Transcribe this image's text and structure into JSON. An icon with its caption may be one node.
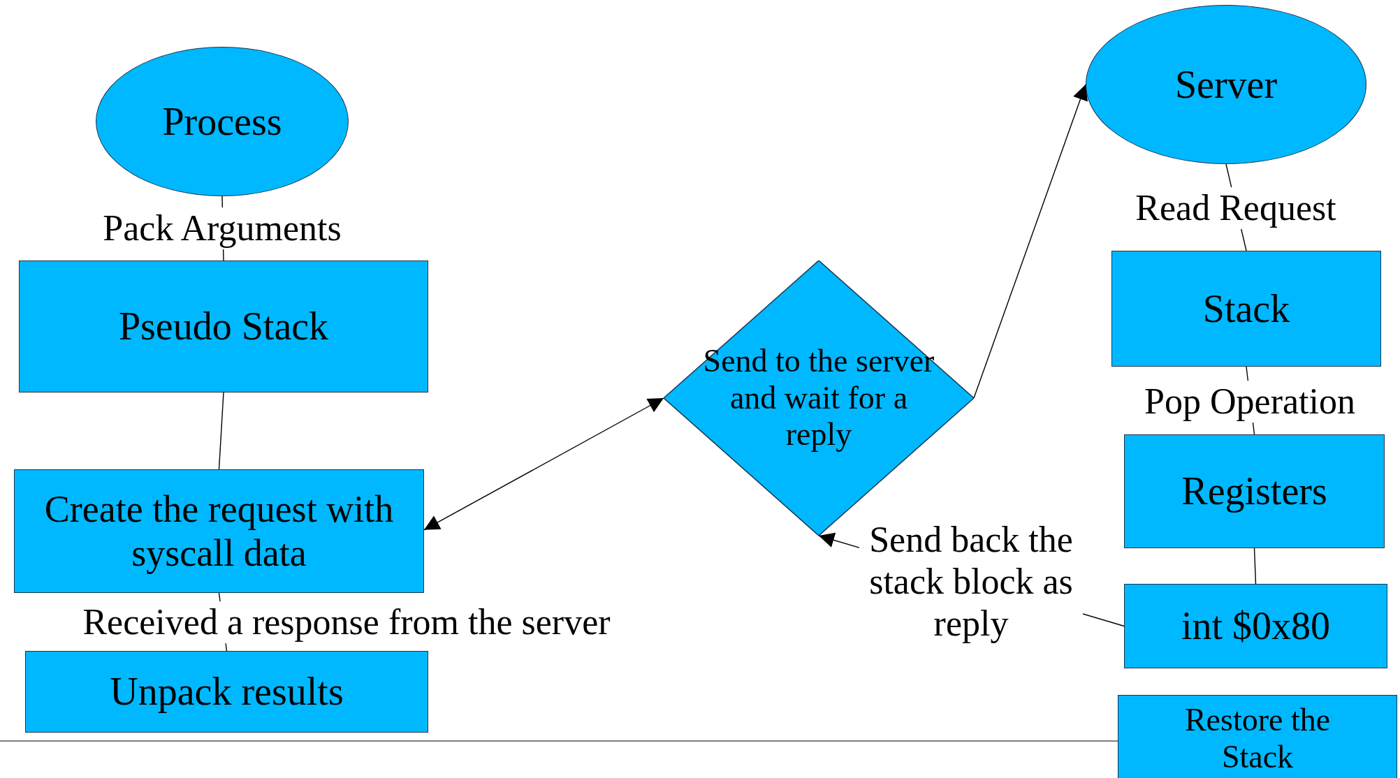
{
  "diagram": {
    "nodes": [
      {
        "text": [
          "Process"
        ]
      },
      {
        "text": [
          "Pseudo Stack"
        ]
      },
      {
        "text": [
          "Create the request with syscall data"
        ]
      },
      {
        "text": [
          "Unpack results"
        ]
      },
      {
        "text": [
          "Send to the server and wait for a reply"
        ]
      },
      {
        "text": [
          "Server"
        ]
      },
      {
        "text": [
          "Stack"
        ]
      },
      {
        "text": [
          "Registers"
        ]
      },
      {
        "text": [
          "int $0x80"
        ]
      },
      {
        "text": [
          "Restore the Stack"
        ]
      }
    ],
    "edges": [
      {
        "from": 0,
        "to": 1,
        "arrow": "none",
        "label": "Pack Arguments"
      },
      {
        "from": 1,
        "to": 2,
        "arrow": "none"
      },
      {
        "from": 2,
        "to": 4,
        "arrow": "both"
      },
      {
        "from": 4,
        "to": 5,
        "arrow": "to"
      },
      {
        "from": 5,
        "to": 6,
        "arrow": "none",
        "label": "Read Request"
      },
      {
        "from": 6,
        "to": 7,
        "arrow": "none",
        "label": "Pop Operation"
      },
      {
        "from": 7,
        "to": 8,
        "arrow": "none"
      },
      {
        "from": 8,
        "to": 4,
        "arrow": "to",
        "label": "Send back the stack block as reply"
      },
      {
        "from": 2,
        "to": 3,
        "arrow": "none",
        "label": "Received a response from the server"
      }
    ]
  }
}
